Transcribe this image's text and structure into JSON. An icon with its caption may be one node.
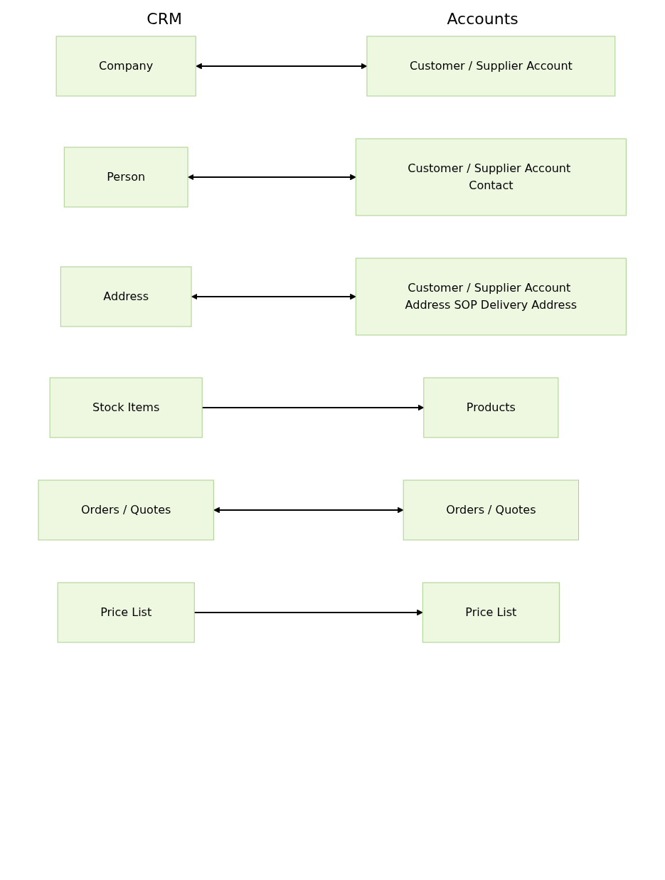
{
  "diagram": {
    "nodes": [
      {
        "text": [
          "Company"
        ]
      },
      {
        "text": [
          "Customer / Supplier Account"
        ]
      },
      {
        "text": [
          "Person"
        ]
      },
      {
        "text": [
          "Customer / Supplier Account Contact"
        ]
      },
      {
        "text": [
          "Address"
        ]
      },
      {
        "text": [
          "Customer / Supplier Account Address SOP Delivery Address"
        ]
      },
      {
        "text": [
          "Products"
        ]
      },
      {
        "text": [
          "Stock Items"
        ]
      },
      {
        "text": [
          "Orders / Quotes"
        ]
      },
      {
        "text": [
          "Orders / Quotes"
        ]
      },
      {
        "text": [
          "Price List"
        ]
      },
      {
        "text": [
          "Price List"
        ]
      }
    ],
    "edges": [
      {
        "from": 0,
        "to": 1,
        "arrow": "both"
      },
      {
        "from": 2,
        "to": 3,
        "arrow": "both"
      },
      {
        "from": 4,
        "to": 5,
        "arrow": "both"
      },
      {
        "from": 7,
        "to": 6,
        "arrow": "to"
      },
      {
        "from": 8,
        "to": 9,
        "arrow": "both"
      },
      {
        "from": 11,
        "to": 10,
        "arrow": "to"
      }
    ],
    "labels": [
      "CRM",
      "Accounts"
    ]
  }
}
